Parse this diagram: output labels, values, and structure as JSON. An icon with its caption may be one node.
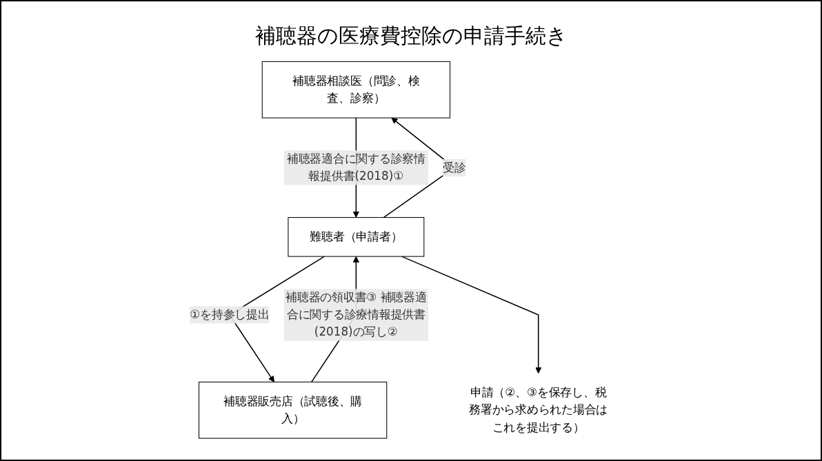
{
  "diagram": {
    "title": "補聴器の医療費控除の申請手続き",
    "nodes": [
      {
        "text": [
          "補聴器相談医（問診、検査、診察）"
        ]
      },
      {
        "text": [
          "補聴器販売店（試聴後、購入）"
        ]
      },
      {
        "text": [
          "難聴者（申請者）"
        ]
      },
      {
        "text": [
          "申請（②、③を保存し、税務署から求められた場合はこれを提出する）"
        ]
      }
    ],
    "edges": [
      {
        "from": 0,
        "to": 2,
        "arrow": "to",
        "label": "補聴器適合に関する診察情報提供書(2018)①"
      },
      {
        "from": 2,
        "to": 0,
        "arrow": "to",
        "label": "受診"
      },
      {
        "from": 2,
        "to": 1,
        "arrow": "to",
        "label": "①を持参し提出"
      },
      {
        "from": 1,
        "to": 2,
        "arrow": "to",
        "label": "補聴器の領収書③ 補聴器適合に関する診療情報提供書(2018)の写し②"
      },
      {
        "from": 2,
        "to": 3,
        "arrow": "to"
      }
    ]
  }
}
